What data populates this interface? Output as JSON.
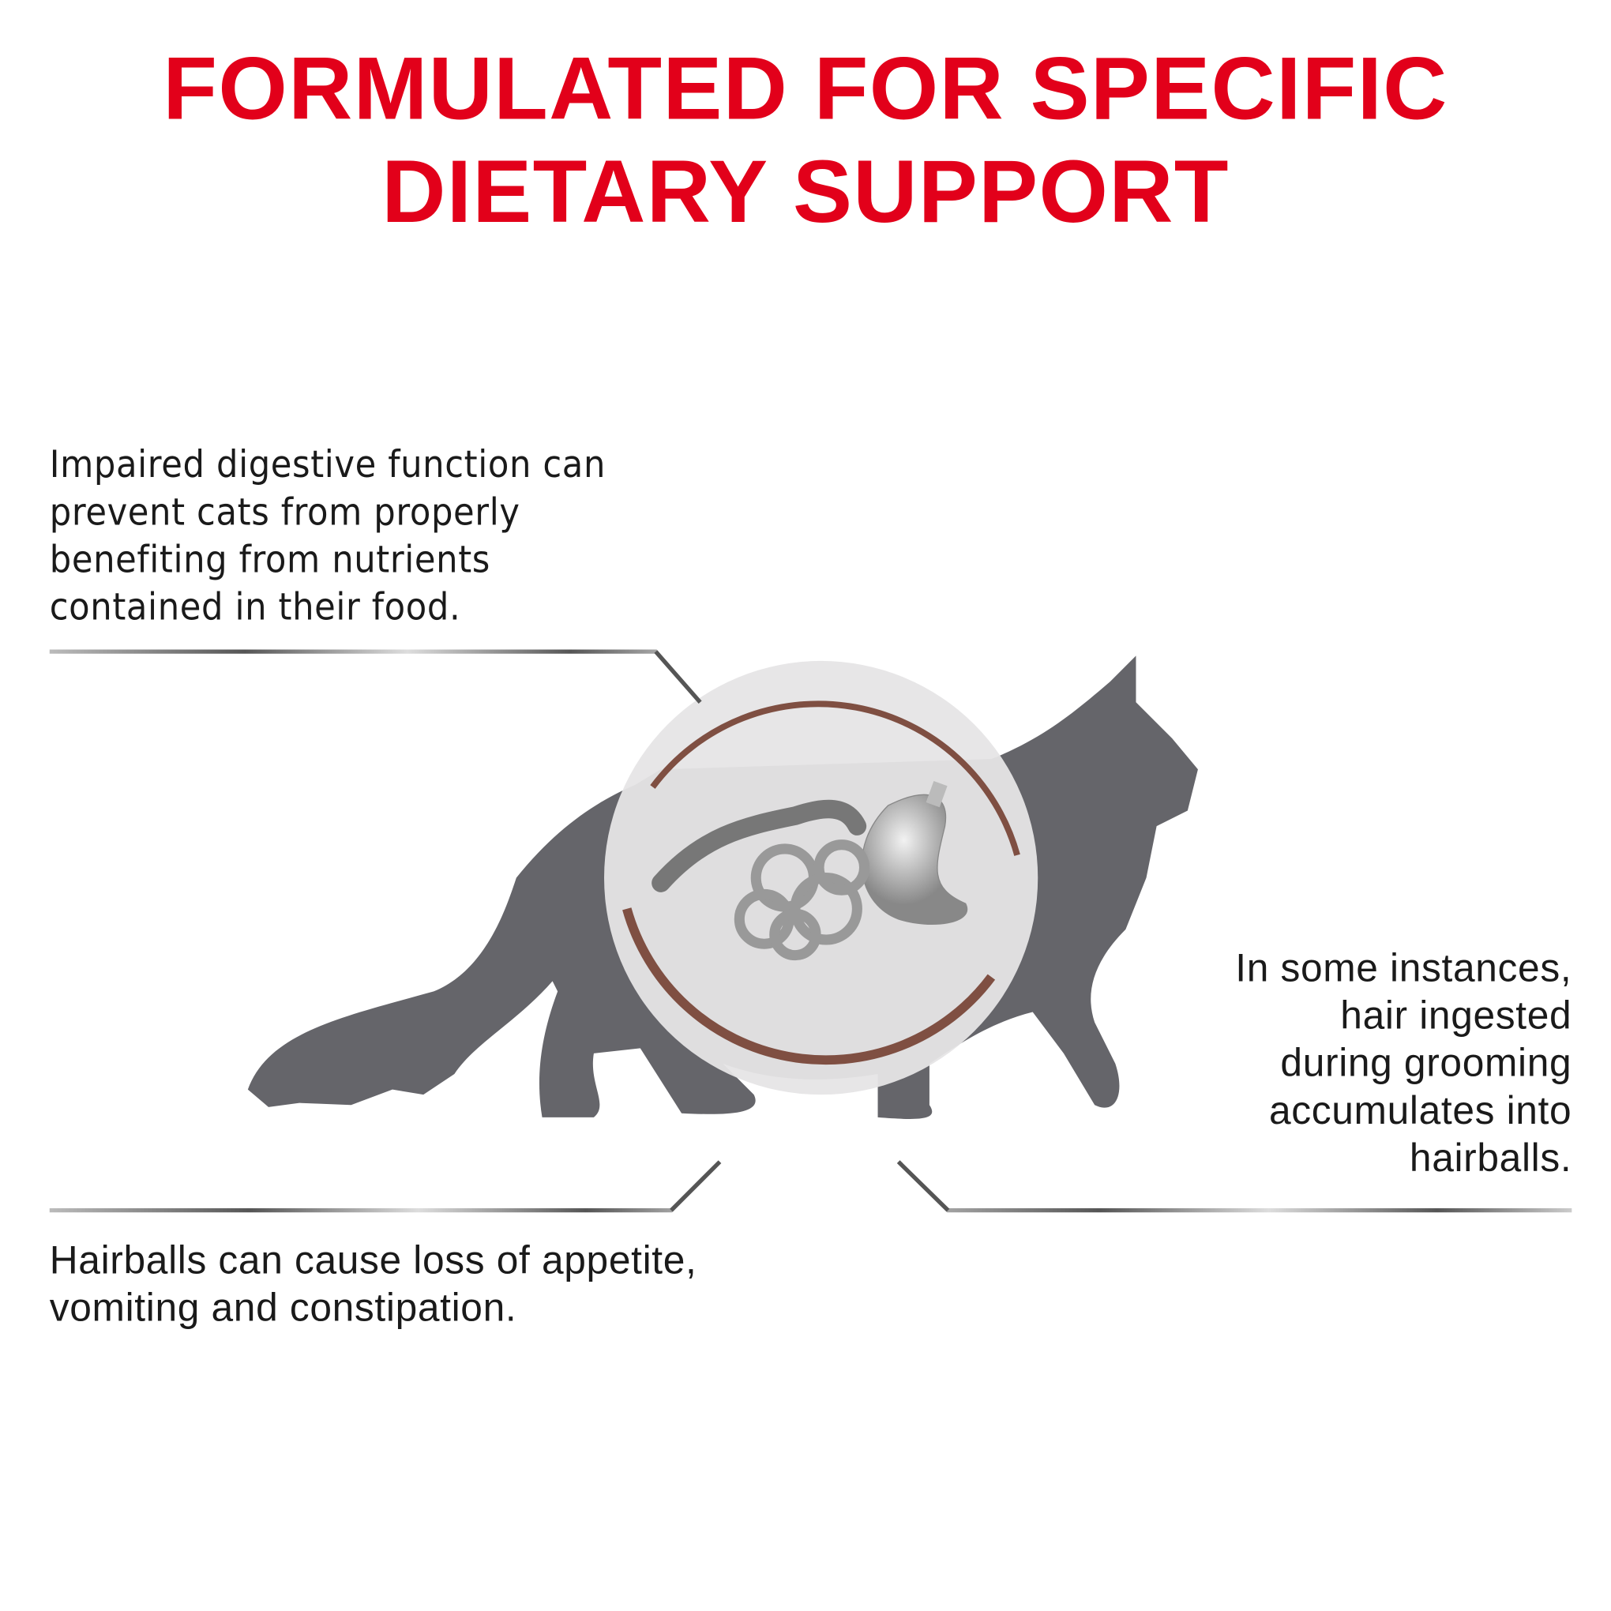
{
  "title": {
    "line1": "FORMULATED FOR SPECIFIC",
    "line2": "DIETARY SUPPORT"
  },
  "callouts": {
    "digestive": [
      "Impaired digestive function can",
      "prevent cats from properly",
      "benefiting from nutrients",
      "contained in their food."
    ],
    "hairballs_effects": [
      "Hairballs can cause loss of appetite,",
      "vomiting and constipation."
    ],
    "hair_ingested": [
      "In some instances,",
      "hair ingested",
      "during grooming",
      "accumulates into",
      "hairballs."
    ]
  },
  "colors": {
    "title": "#e2001a",
    "cat": "#65656a",
    "ring": "#7f4f42",
    "organ": "#a8a8a8"
  }
}
